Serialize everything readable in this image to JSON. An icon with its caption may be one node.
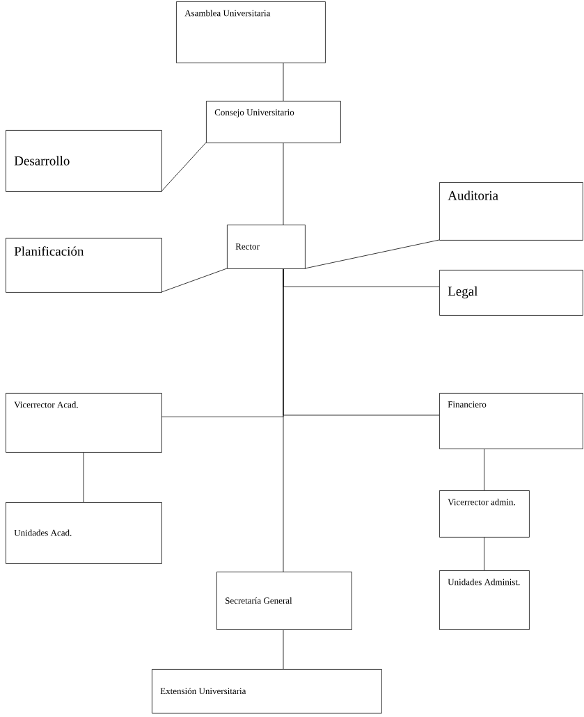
{
  "diagram": {
    "nodes": [
      {
        "text": [
          "Asamblea Universitaria"
        ]
      },
      {
        "text": [
          "Consejo Universitario"
        ]
      },
      {
        "text": [
          "Desarrollo"
        ]
      },
      {
        "text": [
          "Auditoria"
        ]
      },
      {
        "text": [
          "Rector"
        ]
      },
      {
        "text": [
          "Planificación"
        ]
      },
      {
        "text": [
          "Legal"
        ]
      },
      {
        "text": [
          "Vicerrector Acad."
        ]
      },
      {
        "text": [
          "Financiero"
        ]
      },
      {
        "text": [
          "Unidades Acad."
        ]
      },
      {
        "text": [
          "Vicerrector admin."
        ]
      },
      {
        "text": [
          "Unidades Administ."
        ]
      },
      {
        "text": [
          "Secretaría General"
        ]
      },
      {
        "text": [
          "Extensión Universitaria"
        ]
      }
    ],
    "edges": [
      {
        "from": 0,
        "to": 1,
        "arrow": "none"
      },
      {
        "from": 1,
        "to": 4,
        "arrow": "none"
      },
      {
        "from": 2,
        "to": 1,
        "arrow": "none"
      },
      {
        "from": 4,
        "to": 3,
        "arrow": "none"
      },
      {
        "from": 5,
        "to": 4,
        "arrow": "none"
      },
      {
        "from": 4,
        "to": 6,
        "arrow": "none"
      },
      {
        "from": 4,
        "to": 12,
        "arrow": "none"
      },
      {
        "from": 4,
        "to": 7,
        "arrow": "none"
      },
      {
        "from": 4,
        "to": 8,
        "arrow": "none"
      },
      {
        "from": 7,
        "to": 9,
        "arrow": "none"
      },
      {
        "from": 8,
        "to": 10,
        "arrow": "none"
      },
      {
        "from": 10,
        "to": 11,
        "arrow": "none"
      },
      {
        "from": 12,
        "to": 13,
        "arrow": "none"
      }
    ]
  }
}
